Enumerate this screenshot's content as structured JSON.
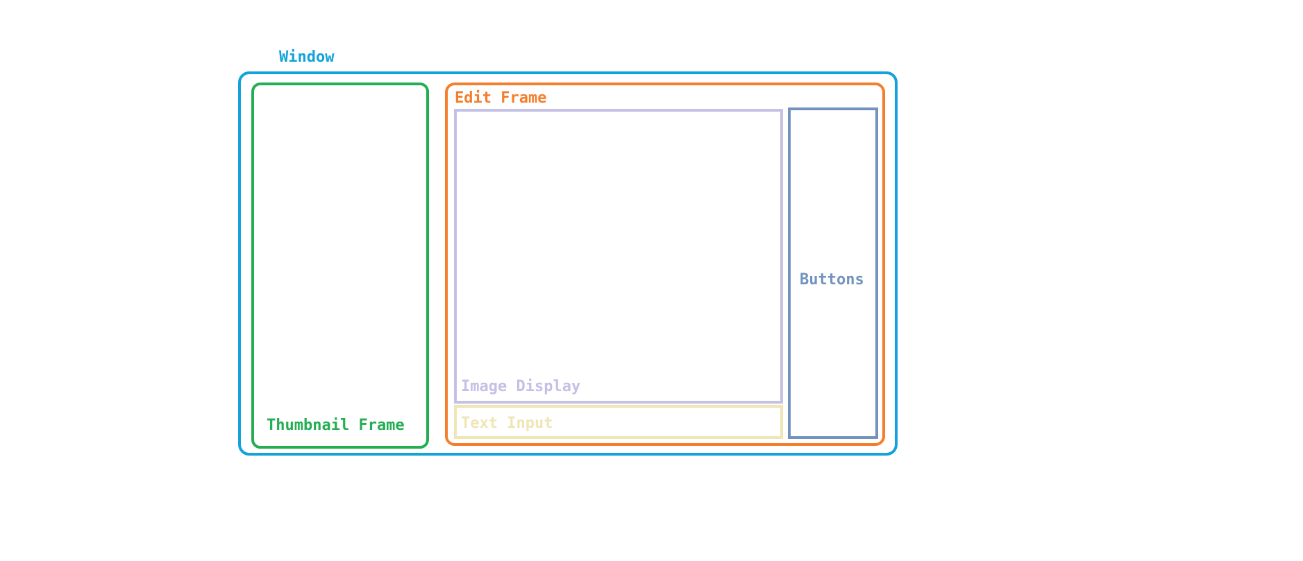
{
  "diagram": {
    "window": {
      "label": "Window",
      "color": "#13a2db"
    },
    "thumbnail_frame": {
      "label": "Thumbnail Frame",
      "color": "#23ae52"
    },
    "edit_frame": {
      "label": "Edit Frame",
      "color": "#f57e2c"
    },
    "image_display": {
      "label": "Image Display",
      "color": "#c4c0e6"
    },
    "text_input": {
      "label": "Text Input",
      "color": "#efe5b5"
    },
    "buttons": {
      "label": "Buttons",
      "color": "#7393bf"
    }
  }
}
